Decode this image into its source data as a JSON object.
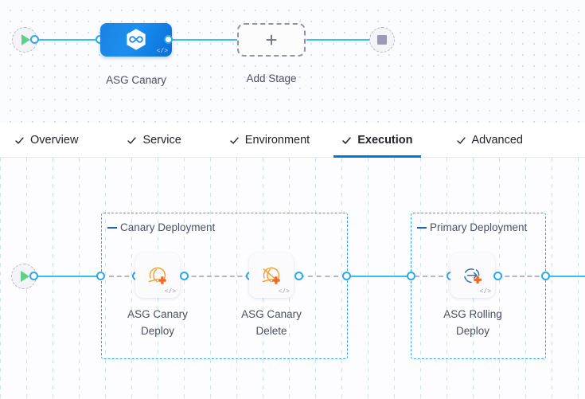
{
  "stage_canvas": {
    "start_node": {
      "icon": "play-icon"
    },
    "end_node": {
      "icon": "stop-icon"
    },
    "stage": {
      "label": "ASG Canary",
      "icon": "harness-hexagon-icon",
      "code_mark": "</>"
    },
    "add_stage": {
      "label": "Add Stage",
      "icon": "plus-icon"
    }
  },
  "tabs": [
    {
      "label": "Overview",
      "icon": "check-icon",
      "active": false
    },
    {
      "label": "Service",
      "icon": "check-icon",
      "active": false
    },
    {
      "label": "Environment",
      "icon": "check-icon",
      "active": false
    },
    {
      "label": "Execution",
      "icon": "check-icon",
      "active": true
    },
    {
      "label": "Advanced",
      "icon": "check-icon",
      "active": false
    }
  ],
  "execution": {
    "start_node": {
      "icon": "play-icon"
    },
    "groups": [
      {
        "label": "Canary Deployment",
        "collapse_icon": "collapse-dash-icon",
        "steps": [
          {
            "label_line1": "ASG Canary",
            "label_line2": "Deploy",
            "icon": "asg-canary-deploy-icon",
            "code_mark": "</>"
          },
          {
            "label_line1": "ASG Canary",
            "label_line2": "Delete",
            "icon": "asg-canary-delete-icon",
            "code_mark": "</>"
          }
        ]
      },
      {
        "label": "Primary Deployment",
        "collapse_icon": "collapse-dash-icon",
        "steps": [
          {
            "label_line1": "ASG Rolling",
            "label_line2": "Deploy",
            "icon": "asg-rolling-deploy-icon",
            "code_mark": "</>"
          }
        ]
      }
    ]
  },
  "colors": {
    "accent_blue": "#2aa9ef",
    "edge_blue": "#32c3f0",
    "active_tab_underline": "#0278d5",
    "stage_gradient_from": "#1d82e0",
    "stage_gradient_to": "#0a6fd8",
    "step_icon_orange": "#f0a43a",
    "step_icon_plus_orange": "#f26a21",
    "start_play_green": "#5fd08a",
    "end_stop_gray": "#9a9ab2"
  }
}
